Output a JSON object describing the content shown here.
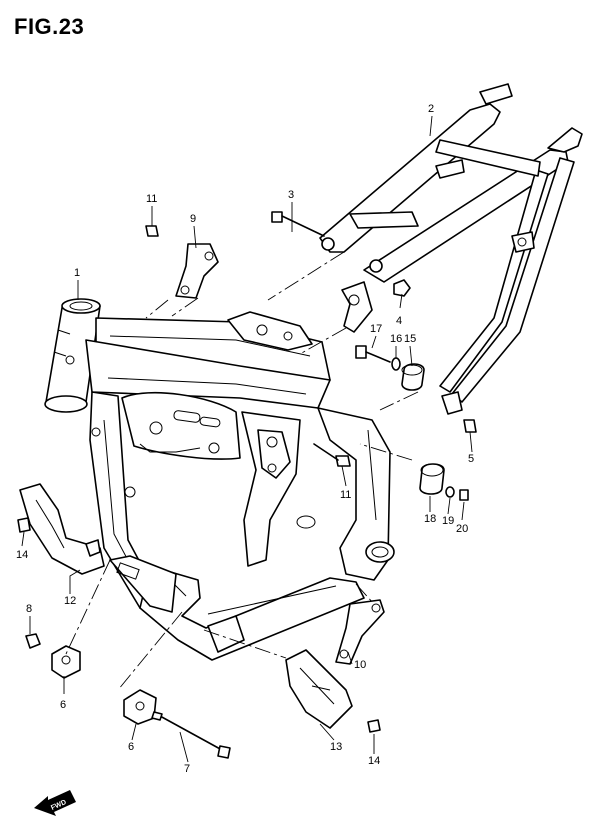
{
  "figure": {
    "title": "FIG.23"
  },
  "callouts": [
    {
      "id": "c1",
      "label": "1"
    },
    {
      "id": "c2",
      "label": "2"
    },
    {
      "id": "c3",
      "label": "3"
    },
    {
      "id": "c4",
      "label": "4"
    },
    {
      "id": "c5",
      "label": "5"
    },
    {
      "id": "c6a",
      "label": "6"
    },
    {
      "id": "c6b",
      "label": "6"
    },
    {
      "id": "c7",
      "label": "7"
    },
    {
      "id": "c8",
      "label": "8"
    },
    {
      "id": "c9",
      "label": "9"
    },
    {
      "id": "c10",
      "label": "10"
    },
    {
      "id": "c11a",
      "label": "11"
    },
    {
      "id": "c11b",
      "label": "11"
    },
    {
      "id": "c12",
      "label": "12"
    },
    {
      "id": "c13",
      "label": "13"
    },
    {
      "id": "c14a",
      "label": "14"
    },
    {
      "id": "c14b",
      "label": "14"
    },
    {
      "id": "c15",
      "label": "15"
    },
    {
      "id": "c16",
      "label": "16"
    },
    {
      "id": "c17",
      "label": "17"
    },
    {
      "id": "c18",
      "label": "18"
    },
    {
      "id": "c19",
      "label": "19"
    },
    {
      "id": "c20",
      "label": "20"
    }
  ],
  "direction_arrow": {
    "text": "FWD"
  }
}
